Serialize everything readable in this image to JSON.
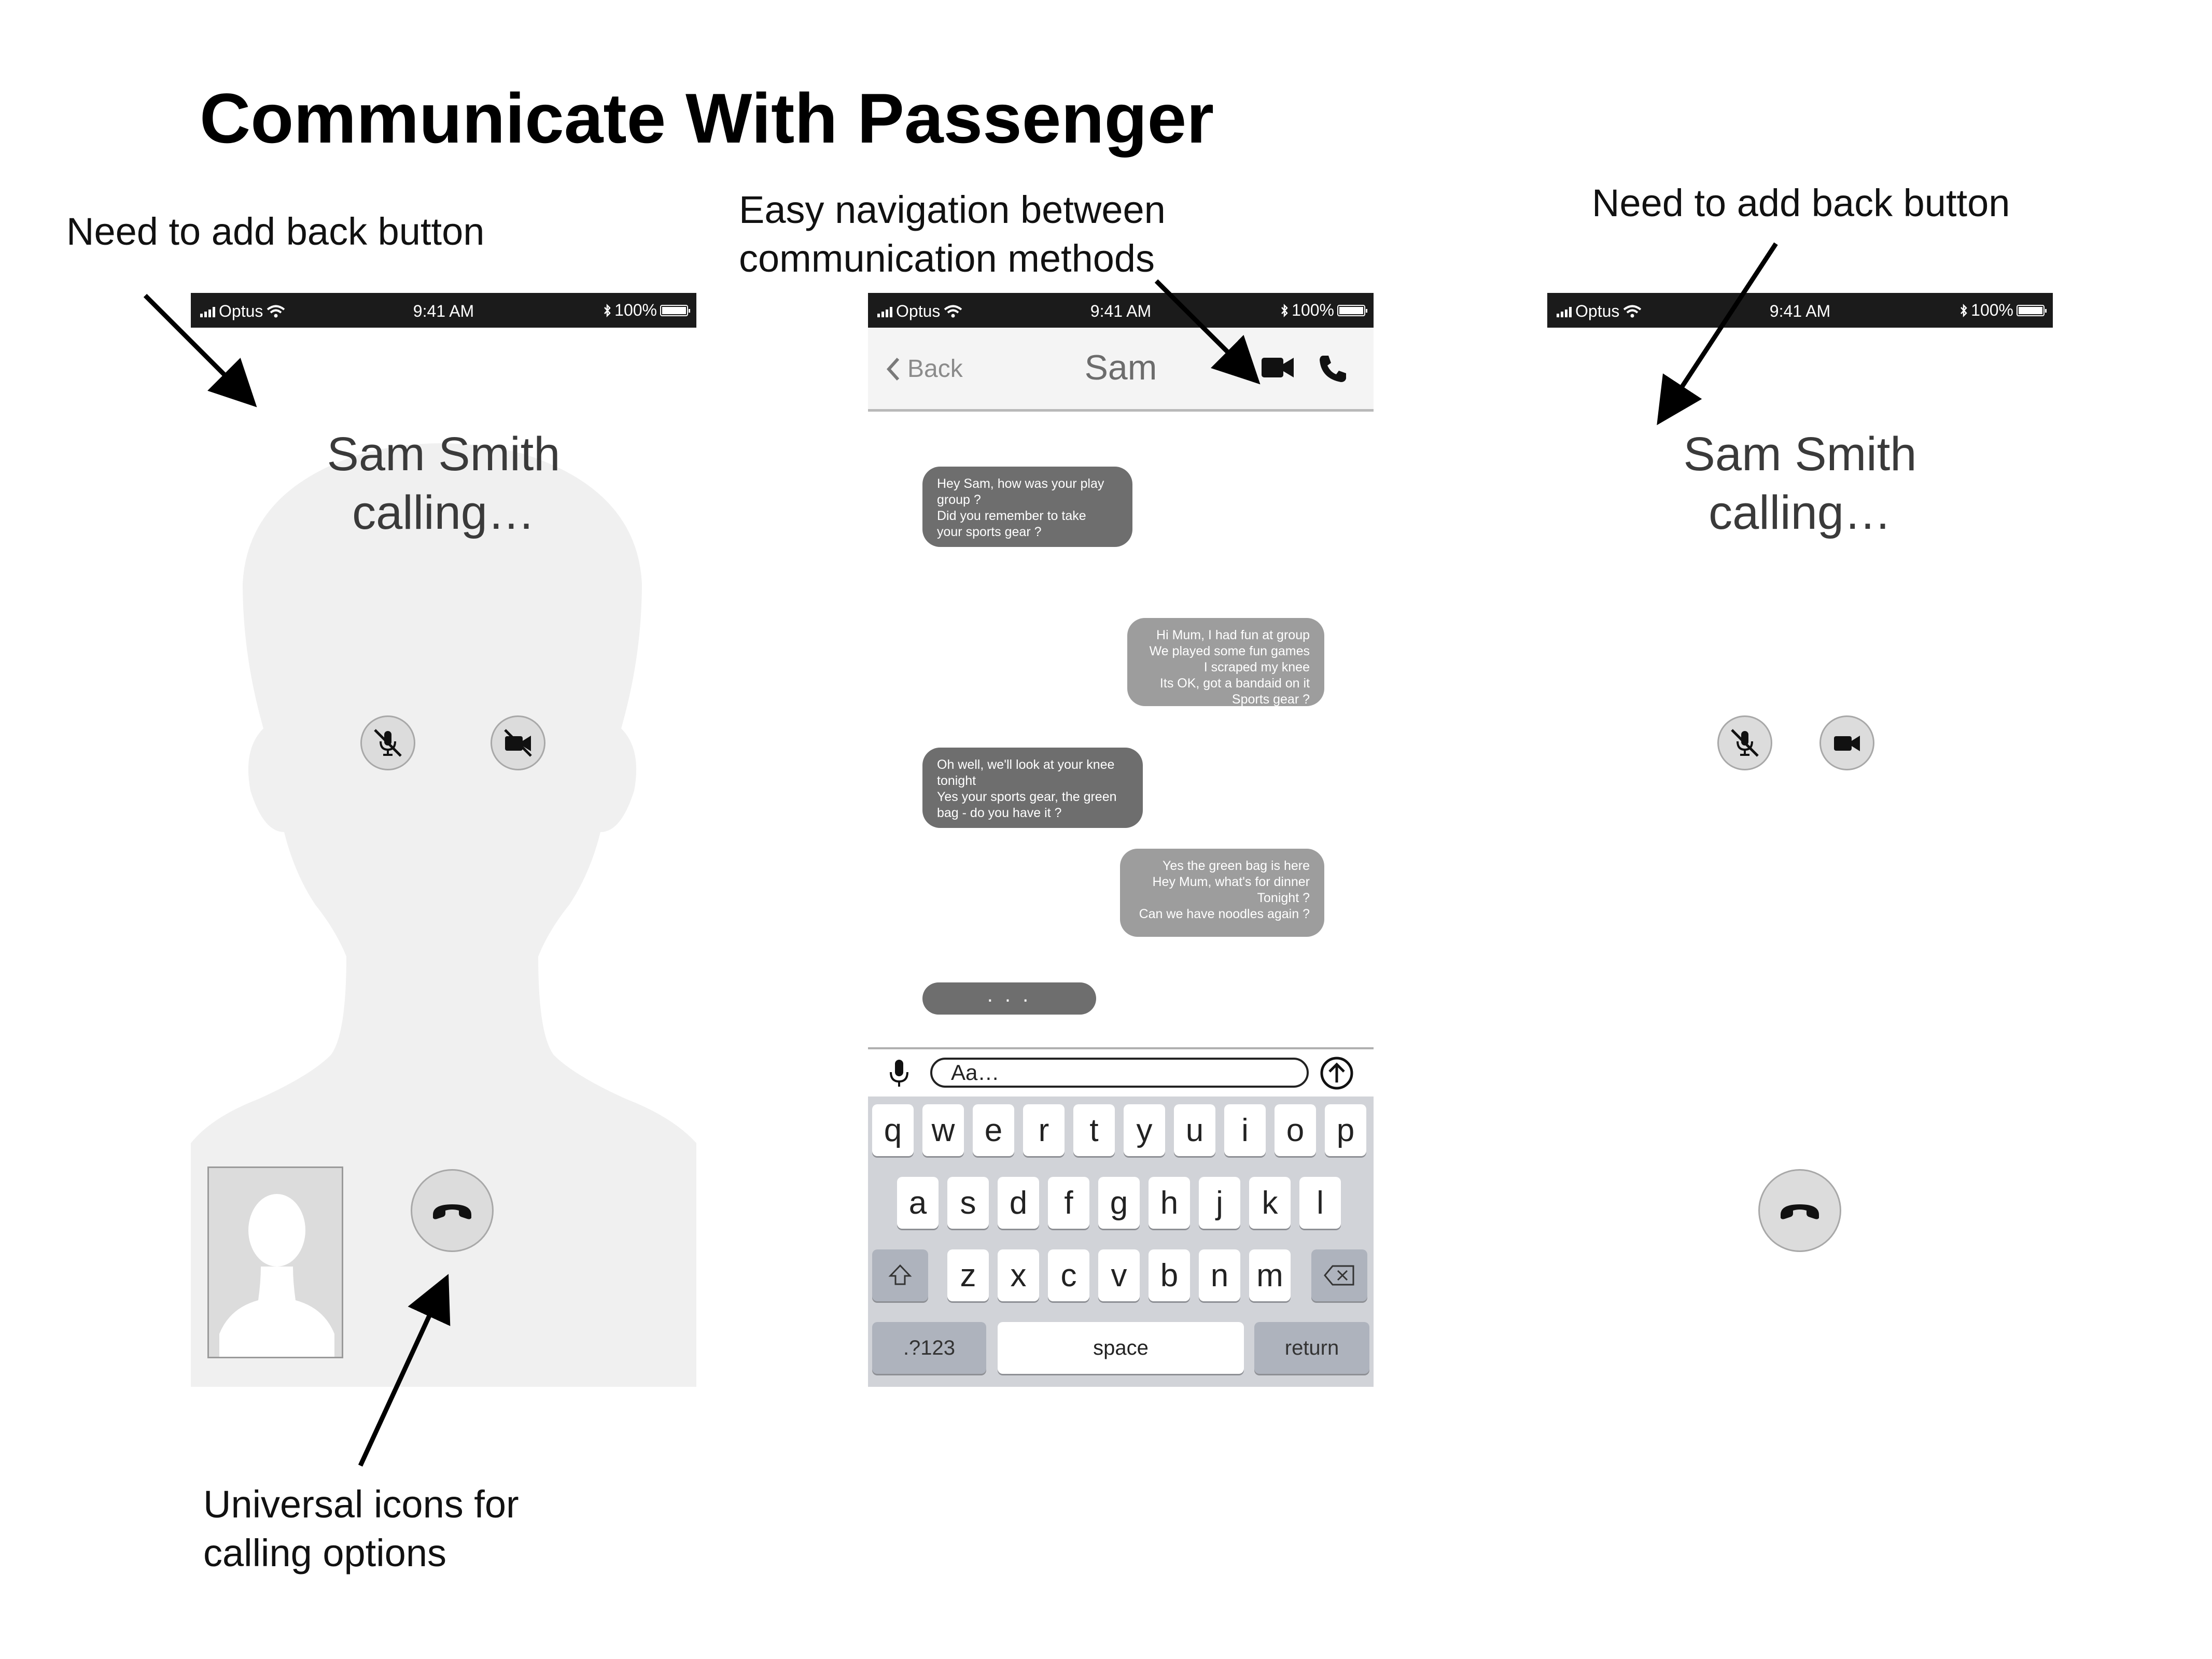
{
  "page_title": "Communicate With Passenger",
  "annotations": {
    "left_top": "Need to add back button",
    "middle_top_line1": "Easy navigation between",
    "middle_top_line2": "communication methods",
    "right_top": "Need to add back button",
    "bottom_line1": "Universal icons for",
    "bottom_line2": "calling options"
  },
  "status_bar": {
    "carrier": "Optus",
    "time": "9:41 AM",
    "battery": "100%"
  },
  "call_screen_left": {
    "caller_name": "Sam Smith",
    "call_status": "calling…",
    "mute_icon": "mic-off-icon",
    "video_icon": "video-off-icon",
    "end_call_icon": "hang-up-icon"
  },
  "chat_screen": {
    "back_label": "Back",
    "contact_name": "Sam",
    "messages": [
      {
        "direction": "incoming",
        "lines": [
          "Hey Sam, how was your play",
          "group ?",
          "Did you remember to take",
          "your sports gear ?"
        ]
      },
      {
        "direction": "outgoing",
        "lines": [
          "Hi Mum, I had fun at group",
          "We played some fun games",
          "I scraped my knee",
          "Its OK, got a bandaid on it",
          "Sports gear ?"
        ]
      },
      {
        "direction": "incoming",
        "lines": [
          "Oh well, we'll look at your knee",
          "tonight",
          "Yes your sports gear, the green",
          "bag - do you have it ?"
        ]
      },
      {
        "direction": "outgoing",
        "lines": [
          "Yes the green bag is here",
          "Hey Mum, what's for dinner",
          "Tonight ?",
          "Can we have  noodles again ?"
        ]
      }
    ],
    "typing_indicator": ". . .",
    "input_placeholder": "Aa…",
    "keyboard": {
      "row1": [
        "q",
        "w",
        "e",
        "r",
        "t",
        "y",
        "u",
        "i",
        "o",
        "p"
      ],
      "row2": [
        "a",
        "s",
        "d",
        "f",
        "g",
        "h",
        "j",
        "k",
        "l"
      ],
      "row3": [
        "z",
        "x",
        "c",
        "v",
        "b",
        "n",
        "m"
      ],
      "numbers_key": ".?123",
      "space_key": "space",
      "return_key": "return"
    }
  },
  "call_screen_right": {
    "caller_name": "Sam Smith",
    "call_status": "calling…",
    "mute_icon": "mic-off-icon",
    "video_icon": "video-icon",
    "end_call_icon": "hang-up-icon"
  }
}
